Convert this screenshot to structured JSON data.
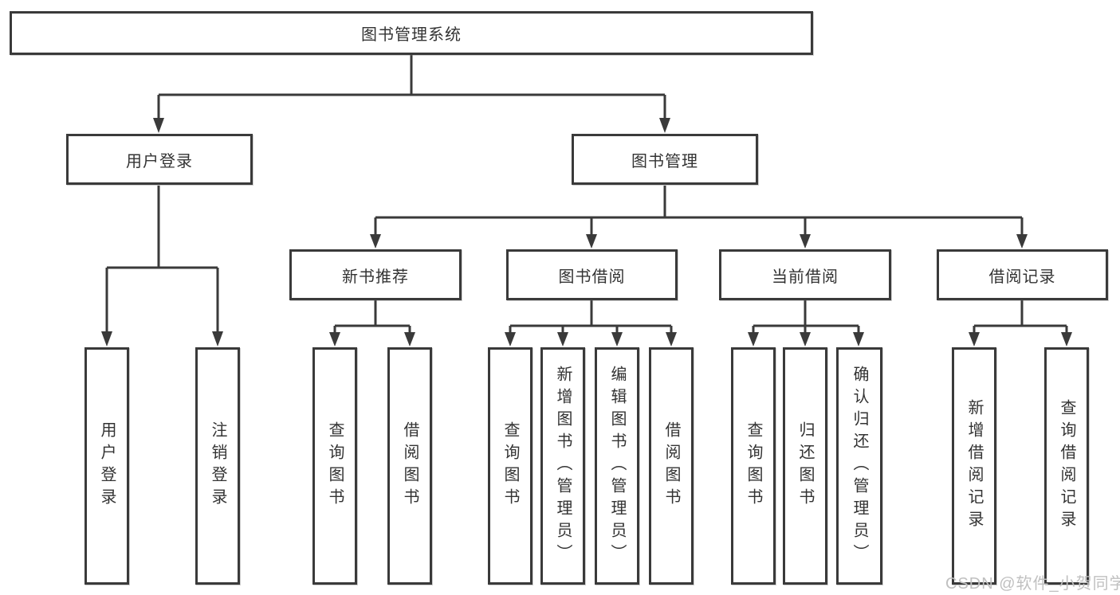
{
  "tree": {
    "root": {
      "label": "图书管理系统"
    },
    "branches": [
      {
        "label": "用户登录",
        "leaves": [
          {
            "label": "用户登录"
          },
          {
            "label": "注销登录"
          }
        ]
      },
      {
        "label": "图书管理",
        "groups": [
          {
            "label": "新书推荐",
            "leaves": [
              {
                "label": "查询图书"
              },
              {
                "label": "借阅图书"
              }
            ]
          },
          {
            "label": "图书借阅",
            "leaves": [
              {
                "label": "查询图书"
              },
              {
                "label": "新增图书（管理员）"
              },
              {
                "label": "编辑图书（管理员）"
              },
              {
                "label": "借阅图书"
              }
            ]
          },
          {
            "label": "当前借阅",
            "leaves": [
              {
                "label": "查询图书"
              },
              {
                "label": "归还图书"
              },
              {
                "label": "确认归还（管理员）"
              }
            ]
          },
          {
            "label": "借阅记录",
            "leaves": [
              {
                "label": "新增借阅记录"
              },
              {
                "label": "查询借阅记录"
              }
            ]
          }
        ]
      }
    ]
  },
  "watermark": {
    "text": "CSDN @软件_小贺同学"
  },
  "colors": {
    "line": "#3a3a3a",
    "box_border": "#3a3a3a",
    "box_fill": "#ffffff",
    "text": "#333333",
    "watermark": "#c0c0c0",
    "background": "#ffffff"
  }
}
